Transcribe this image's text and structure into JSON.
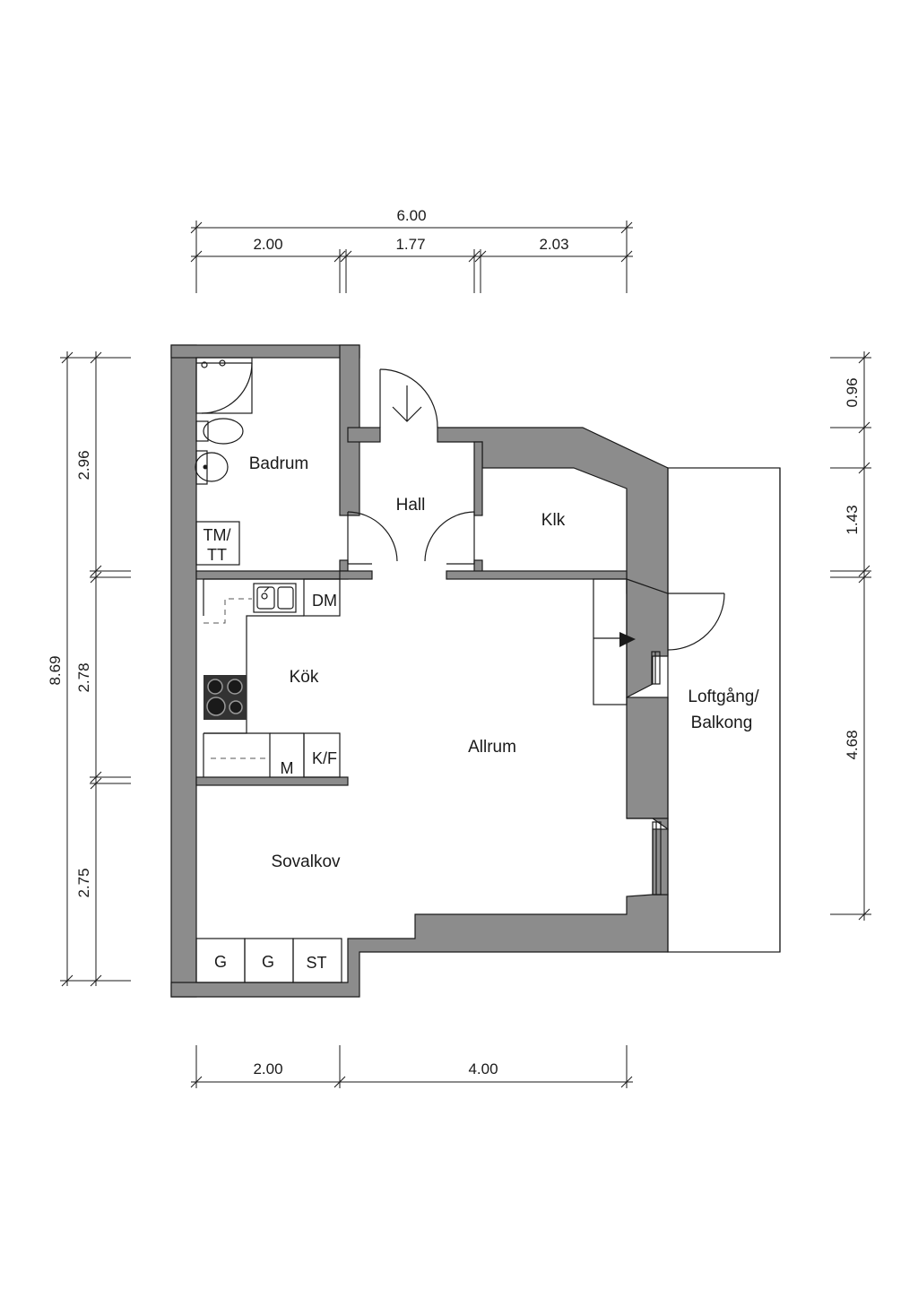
{
  "rooms": {
    "badrum": "Badrum",
    "hall": "Hall",
    "klk": "Klk",
    "kok": "Kök",
    "allrum": "Allrum",
    "sovalkov": "Sovalkov",
    "loftgang_line1": "Loftgång/",
    "loftgang_line2": "Balkong"
  },
  "fixtures": {
    "tm_line1": "TM/",
    "tm_line2": "TT",
    "dm": "DM",
    "kf": "K/F",
    "m": "M",
    "g1": "G",
    "g2": "G",
    "st": "ST"
  },
  "dimensions": {
    "top_total": "6.00",
    "top_1": "2.00",
    "top_2": "1.77",
    "top_3": "2.03",
    "bottom_1": "2.00",
    "bottom_2": "4.00",
    "left_total": "8.69",
    "left_1": "2.96",
    "left_2": "2.78",
    "left_3": "2.75",
    "right_1": "0.96",
    "right_2": "1.43",
    "right_3": "4.68"
  },
  "colors": {
    "wall": "#8c8c8c",
    "line": "#1a1a1a",
    "background": "#ffffff"
  }
}
